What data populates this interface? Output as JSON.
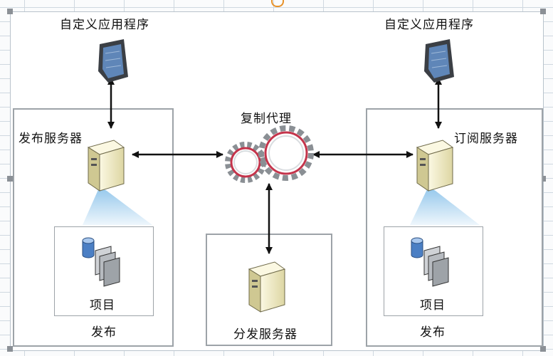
{
  "labels": {
    "custom_app_left": "自定义应用程序",
    "custom_app_right": "自定义应用程序",
    "publisher_server": "发布服务器",
    "replication_agent": "复制代理",
    "subscriber_server": "订阅服务器",
    "distributor_server": "分发服务器",
    "items_left": "项目",
    "items_right": "项目",
    "publication_left": "发布",
    "publication_right": "发布"
  },
  "icons": {
    "monitor": "monitor-icon",
    "server": "server-icon",
    "gears": "gears-icon",
    "database": "database-icon",
    "tables": "tables-icon"
  },
  "colors": {
    "server_body": "#f1ecc6",
    "monitor_screen": "#5f86b8",
    "gear_ring": "#c4344b",
    "beam": "#8cc3ea",
    "box_border": "#9da3a8"
  }
}
